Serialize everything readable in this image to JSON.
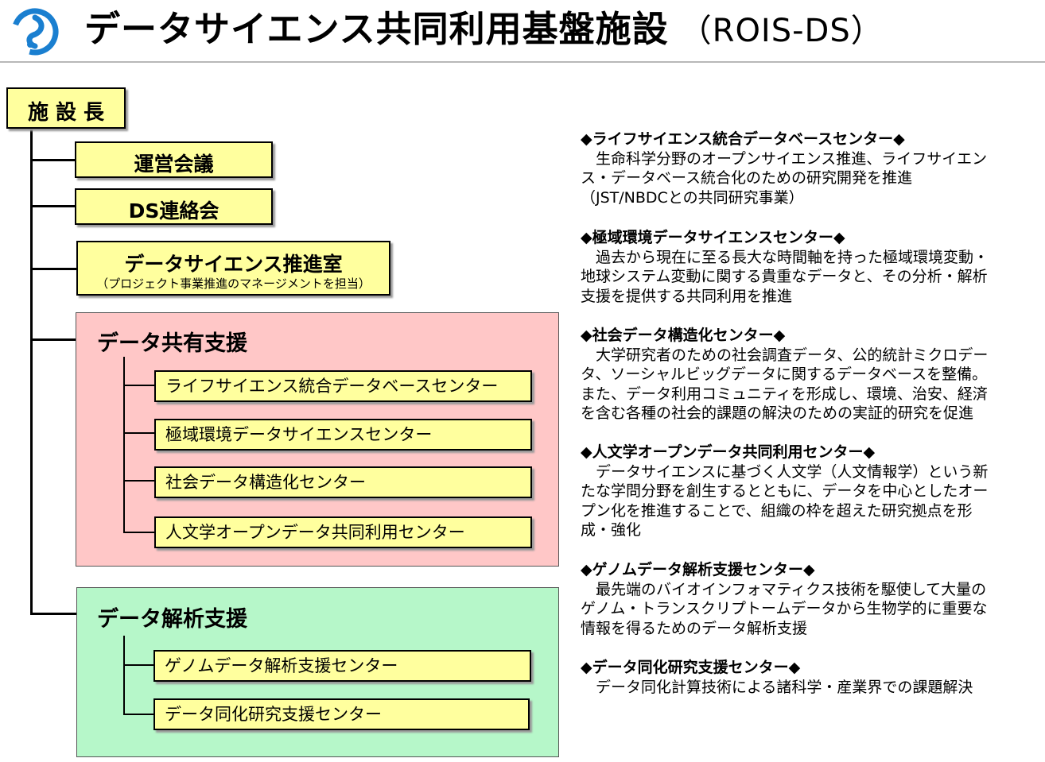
{
  "header": {
    "title": "データサイエンス共同利用基盤施設",
    "subtitle": "（ROIS-DS）"
  },
  "org": {
    "director": "施 設 長",
    "units": [
      {
        "label": "運営会議"
      },
      {
        "label": "DS連絡会"
      },
      {
        "label": "データサイエンス推進室",
        "note": "（プロジェクト事業推進のマネージメントを担当）"
      }
    ],
    "groups": [
      {
        "title": "データ共有支援",
        "color": "#ffc7c7",
        "centers": [
          "ライフサイエンス統合データベースセンター",
          "極域環境データサイエンスセンター",
          "社会データ構造化センター",
          "人文学オープンデータ共同利用センター"
        ]
      },
      {
        "title": "データ解析支援",
        "color": "#b6f7c9",
        "centers": [
          "ゲノムデータ解析支援センター",
          "データ同化研究支援センター"
        ]
      }
    ]
  },
  "descriptions": [
    {
      "heading": "◆ライフサイエンス統合データベースセンター◆",
      "lines": [
        "生命科学分野のオープンサイエンス推進、ライフサイエン",
        "ス・データベース統合化のための研究開発を推進",
        "（JST/NBDCとの共同研究事業）"
      ]
    },
    {
      "heading": "◆極域環境データサイエンスセンター◆",
      "lines": [
        "過去から現在に至る長大な時間軸を持った極域環境変動・",
        "地球システム変動に関する貴重なデータと、その分析・解析",
        "支援を提供する共同利用を推進"
      ]
    },
    {
      "heading": "◆社会データ構造化センター◆",
      "lines": [
        "大学研究者のための社会調査データ、公的統計ミクロデー",
        "タ、ソーシャルビッグデータに関するデータベースを整備。",
        "また、データ利用コミュニティを形成し、環境、治安、経済",
        "を含む各種の社会的課題の解決のための実証的研究を促進"
      ]
    },
    {
      "heading": "◆人文学オープンデータ共同利用センター◆",
      "lines": [
        "データサイエンスに基づく人文学（人文情報学）という新",
        "たな学問分野を創生するとともに、データを中心としたオー",
        "プン化を推進することで、組織の枠を超えた研究拠点を形",
        "成・強化"
      ]
    },
    {
      "heading": "◆ゲノムデータ解析支援センター◆",
      "lines": [
        "最先端のバイオインフォマティクス技術を駆使して大量の",
        "ゲノム・トランスクリプトームデータから生物学的に重要な",
        "情報を得るためのデータ解析支援"
      ]
    },
    {
      "heading": "◆データ同化研究支援センター◆",
      "lines": [
        "データ同化計算技術による諸科学・産業界での課題解決"
      ]
    }
  ]
}
